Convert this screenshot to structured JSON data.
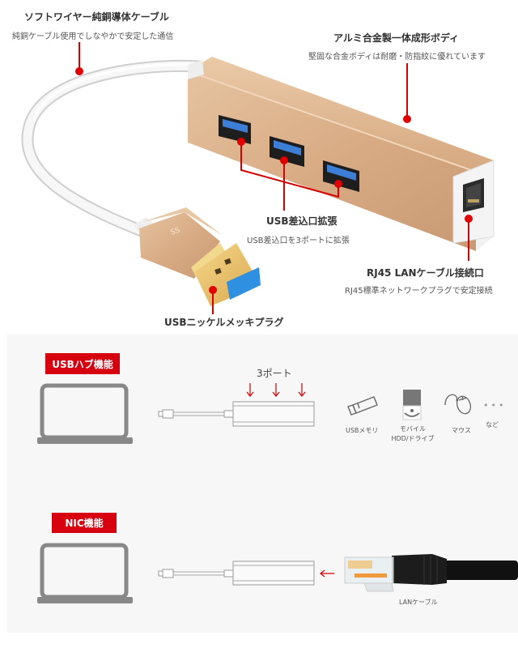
{
  "product": {
    "body_color": "#d9b08c",
    "accent_color": "#d40000"
  },
  "callouts": {
    "cable": {
      "title": "ソフトワイヤー純銅導体ケーブル",
      "subtitle": "純銅ケーブル使用でしなやかで安定した通信"
    },
    "body": {
      "title": "アルミ合金製一体成形ボディ",
      "subtitle": "堅固な合金ボディは耐磨・防指紋に優れています"
    },
    "usb_ports": {
      "title": "USB差込口拡張",
      "subtitle": "USB差込口を3ポートに拡張"
    },
    "rj45": {
      "title": "RJ45 LANケーブル接続口",
      "subtitle": "RJ45標準ネットワークプラグで安定接続"
    },
    "plug": {
      "title": "USBニッケルメッキプラグ"
    }
  },
  "usb_hub_section": {
    "badge": "USBハブ機能",
    "port_count_label": "3ポート",
    "devices": [
      {
        "icon": "usb-memory-icon",
        "label": "USBメモリ"
      },
      {
        "icon": "mobile-hdd-icon",
        "label_line1": "モバイル",
        "label_line2": "HDD/ドライブ"
      },
      {
        "icon": "mouse-icon",
        "label": "マウス"
      },
      {
        "icon": "ellipsis-icon",
        "label": "など"
      }
    ]
  },
  "nic_section": {
    "badge": "NIC機能",
    "cable_label": "LANケーブル"
  }
}
